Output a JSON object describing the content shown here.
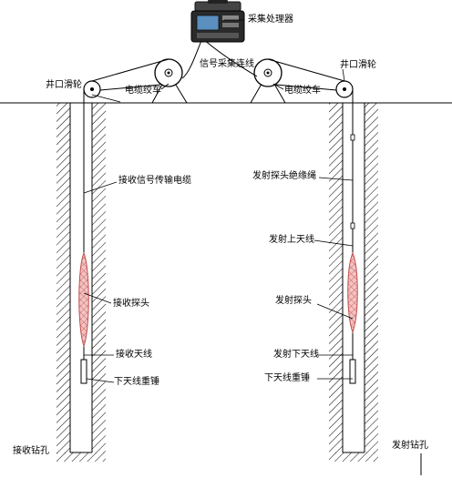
{
  "labels": {
    "processor": "采集处理器",
    "signal_line": "信号采集连线",
    "left_pulley": "井口滑轮",
    "right_pulley": "井口滑轮",
    "left_reel": "电缆绞车",
    "right_reel": "电缆绞车",
    "recv_cable": "接收信号传输电缆",
    "tx_cable": "发射探头绝缘绳",
    "tx_upper_antenna": "发射上天线",
    "recv_probe": "接收探头",
    "tx_probe": "发射探头",
    "recv_antenna": "接收天线",
    "tx_lower_antenna": "发射下天线",
    "recv_weight": "下天线重锤",
    "tx_weight": "下天线重锤",
    "recv_hole": "接收钻孔",
    "tx_hole": "发射钻孔"
  }
}
